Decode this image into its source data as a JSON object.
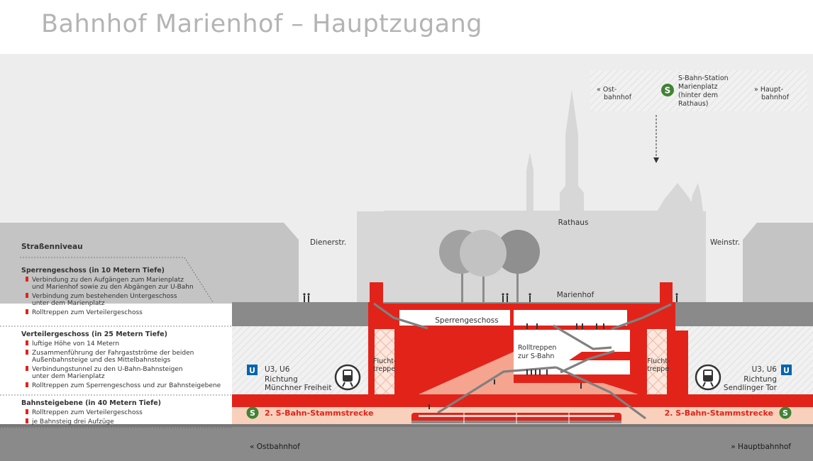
{
  "title": "Bahnhof Marienhof – Hauptzugang",
  "street": {
    "title": "Straßenniveau",
    "diener": "Dienerstr.",
    "wein": "Weinstr.",
    "rathaus": "Rathaus",
    "marienhof": "Marienhof"
  },
  "station_box": {
    "ost_line1": "« Ost-",
    "ost_line2": "bahnhof",
    "name_line1": "S-Bahn-Station",
    "name_line2": "Marienplatz",
    "name_line3": "(hinter dem",
    "name_line4": "Rathaus)",
    "haupt_line1": "» Haupt-",
    "haupt_line2": "bahnhof"
  },
  "levels": [
    {
      "title": "Sperrengeschoss (in 10 Metern Tiefe)",
      "bullets": [
        [
          "Verbindung zu den Aufgängen zum Marienplatz",
          "und Marienhof sowie zu den Abgängen zur U-Bahn"
        ],
        [
          "Verbindung zum bestehenden Untergeschoss",
          "unter dem Marienplatz"
        ],
        [
          "Rolltreppen zum Verteilergeschoss"
        ]
      ]
    },
    {
      "title": "Verteilergeschoss (in 25 Metern Tiefe)",
      "bullets": [
        [
          "luftige Höhe von 14 Metern"
        ],
        [
          "Zusammenführung der Fahrgastströme der beiden",
          "Außenbahnsteige und des Mittelbahnsteigs"
        ],
        [
          "Verbindungstunnel zu den U-Bahn-Bahnsteigen",
          "unter dem Marienplatz"
        ],
        [
          "Rolltreppen zum Sperrengeschoss und zur Bahnsteigebene"
        ]
      ]
    },
    {
      "title": "Bahnsteigebene (in 40 Metern Tiefe)",
      "bullets": [
        [
          "Rolltreppen zum Verteilergeschoss"
        ],
        [
          "je Bahnsteig drei Aufzüge"
        ]
      ]
    }
  ],
  "interior": {
    "sperren": "Sperrengeschoss",
    "roll_line1": "Rolltreppen",
    "roll_line2": "zur S-Bahn",
    "flucht_line1": "Flucht-",
    "flucht_line2": "treppe"
  },
  "ubahn_left": {
    "badge": "U",
    "lines": "U3, U6",
    "dir_line1": "Richtung",
    "dir_line2": "Münchner Freiheit"
  },
  "ubahn_right": {
    "badge": "U",
    "lines": "U3, U6",
    "dir_line1": "Richtung",
    "dir_line2": "Sendlinger Tor"
  },
  "sbahn": {
    "badge": "S",
    "label": "2. S-Bahn-Stammstrecke"
  },
  "bottom": {
    "left": "« Ostbahnhof",
    "right": "» Hauptbahnhof"
  },
  "colors": {
    "red": "#e2231a",
    "sky": "#ededed",
    "building": "#c8c8c8",
    "ground": "#8a8a8a",
    "salmon": "#f9d0bb",
    "text": "#333333",
    "ubahn_blue": "#0065ae",
    "sbahn_green": "#408335"
  }
}
